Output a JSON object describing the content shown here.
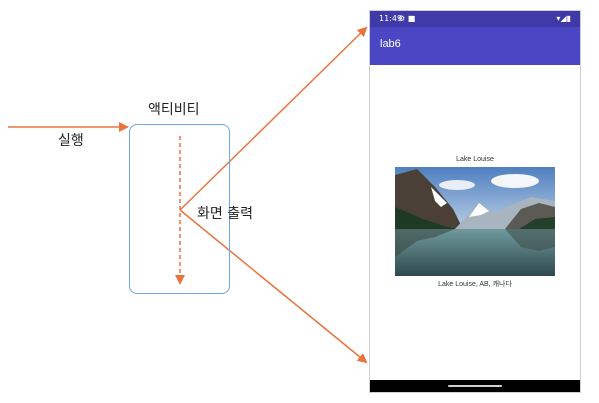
{
  "labels": {
    "run": "실행",
    "activity": "액티비티",
    "screen_output": "화면 출력"
  },
  "phone": {
    "status": {
      "time": "11:49",
      "icons": "⚙ ■",
      "right": "▾◢▮"
    },
    "app_title": "lab6",
    "image_title": "Lake Louise",
    "image_caption": "Lake Louise, AB, 캐나다"
  },
  "colors": {
    "arrow": "#e9733e",
    "activity_border": "#6ca8e8",
    "app_bar": "#4b46c4",
    "status_bar": "#3f3aa8"
  }
}
